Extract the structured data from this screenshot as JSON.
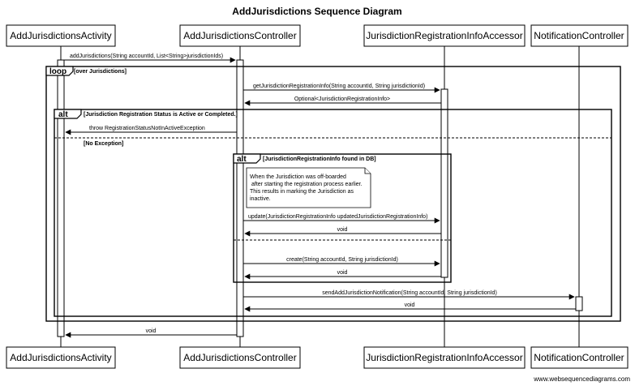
{
  "title": "AddJurisdictions Sequence Diagram",
  "participants": [
    "AddJurisdictionsActivity",
    "AddJurisdictionsController",
    "JurisdictionRegistrationInfoAccessor",
    "NotificationController"
  ],
  "loop": {
    "tag": "loop",
    "guard": "[over Jurisdictions]"
  },
  "alt_outer": {
    "tag": "alt",
    "guard": "[Jurisdiction Registration Status is Active or Completed.]",
    "else_guard": "[No Exception]"
  },
  "alt_inner": {
    "tag": "alt",
    "guard": "[JurisdictionRegistrationInfo found in DB]"
  },
  "note": [
    "When the Jurisdiction was off-boarded",
    "after starting the registration process earlier.",
    "This results in marking the Jurisdiction as",
    "inactive."
  ],
  "messages": {
    "m1": "addJurisdictions(String accountId, List<String>jurisdictionIds)",
    "m2": "getJurisdictionRegistrationInfo(String accountId, String jurisdictionId)",
    "m3": "Optional<JurisdictionRegistrationInfo>",
    "m4": "throw RegistrationStatusNotInActiveException",
    "m5": "update(JurisdictionRegistrationInfo updatedJurisdictionRegistrationInfo)",
    "m6": "void",
    "m7": "create(String accountId, String jurisdictionId)",
    "m8": "void",
    "m9": "sendAddJurisdictionNotification(String accountId, String jurisdictionId)",
    "m10": "void",
    "m11": "void"
  },
  "footer": "www.websequencediagrams.com"
}
